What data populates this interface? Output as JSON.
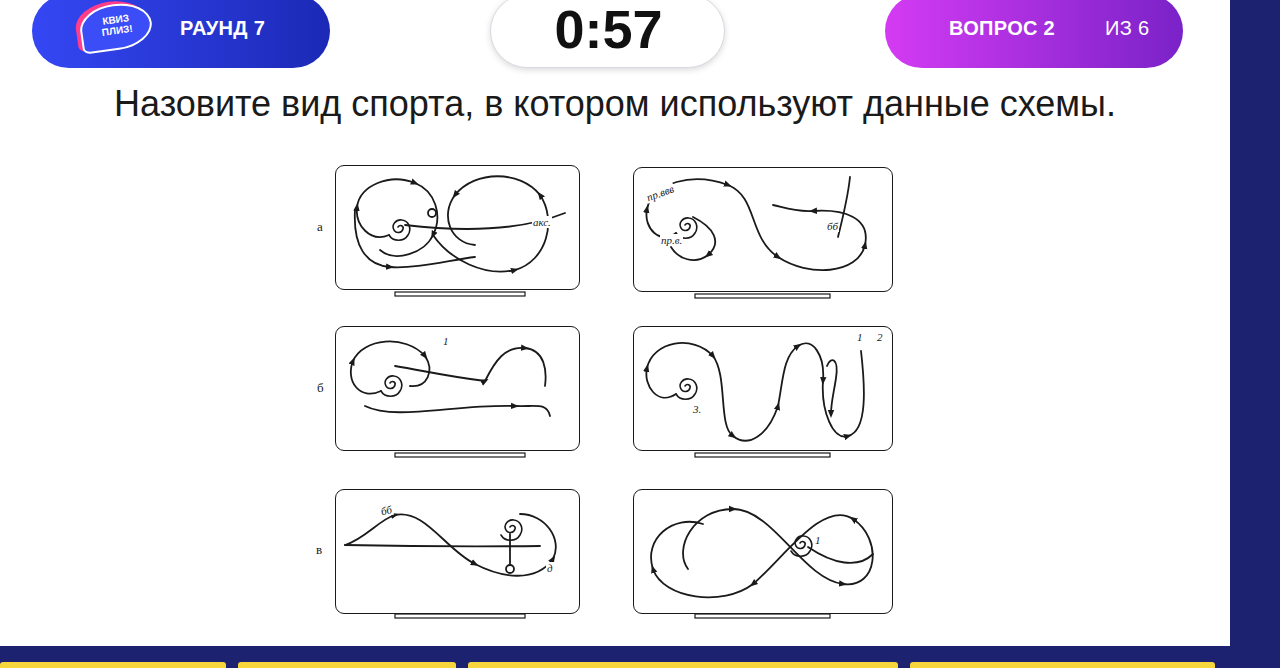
{
  "diagram": {
    "title": "Назовите вид спорта, в котором используют данные схемы.",
    "nodes": [
      {
        "text": [
          "РАУНД 7"
        ]
      },
      {
        "text": [
          "КВИЗ ПЛИЗ!"
        ],
        "in": 0
      },
      {
        "text": [
          "0:57"
        ]
      },
      {
        "text": [
          "ВОПРОС 2",
          "ИЗ 6"
        ]
      },
      {
        "text": [
          "акс."
        ]
      },
      {
        "text": [
          "пр.ввв",
          "пр.в.",
          "бб"
        ]
      },
      {
        "text": [
          "1"
        ]
      },
      {
        "text": [
          "3.",
          "1",
          "2"
        ]
      },
      {
        "text": [
          "бб",
          "д"
        ]
      },
      {
        "text": [
          "1"
        ]
      }
    ],
    "labels": [
      "а",
      "б",
      "в"
    ]
  }
}
